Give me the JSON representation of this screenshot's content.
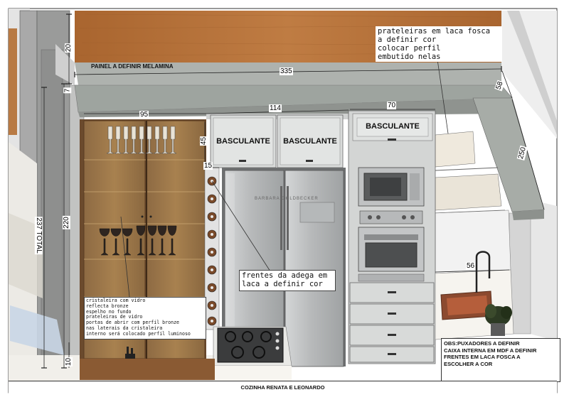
{
  "title": "COZINHA RENATA E LEONARDO",
  "panel_label": "PAINEL A DEFINIR MELAMINA",
  "dimensions": {
    "panel_height": "20",
    "width_total": "335",
    "soffit": "7",
    "wall_upper_width": "114",
    "cristaleira_width": "95",
    "oven_width": "70",
    "basculante_height": "45",
    "adega_width": "15",
    "depth_right": "58",
    "right_length": "250",
    "total_height": "237  TOTAL",
    "cabinet_height": "220",
    "base": "10",
    "sink_width": "56"
  },
  "basculante_labels": [
    "BASCULANTE",
    "BASCULANTE",
    "BASCULANTE"
  ],
  "fridge_brand": "BARBARA GOLDBECKER",
  "notes": {
    "shelves": [
      "prateleiras em laca fosca",
      "a definir cor",
      "colocar perfil",
      "embutido nelas"
    ],
    "adega": [
      "frentes da adega em",
      "laca a definir cor"
    ],
    "cristaleira": [
      "cristaleira com vidro",
      "reflecta bronze",
      "espelho no fundo",
      "prateleiras de vidro",
      "portas de abrir com perfil bronze",
      "nas laterais da cristaleira",
      "interno será colocado perfil luminoso"
    ],
    "obs": [
      "OBS:PUXADORES A DEFINIR",
      "CAIXA INTERNA EM MDF A DEFINIR",
      "FRENTES EM LACA FOSCA A",
      "ESCOLHER A COR"
    ]
  },
  "colors": {
    "wood": "#b5733c",
    "cabinet": "#d8dad9",
    "gray_top": "#9ea49f",
    "steel": "#c3c5c6"
  }
}
